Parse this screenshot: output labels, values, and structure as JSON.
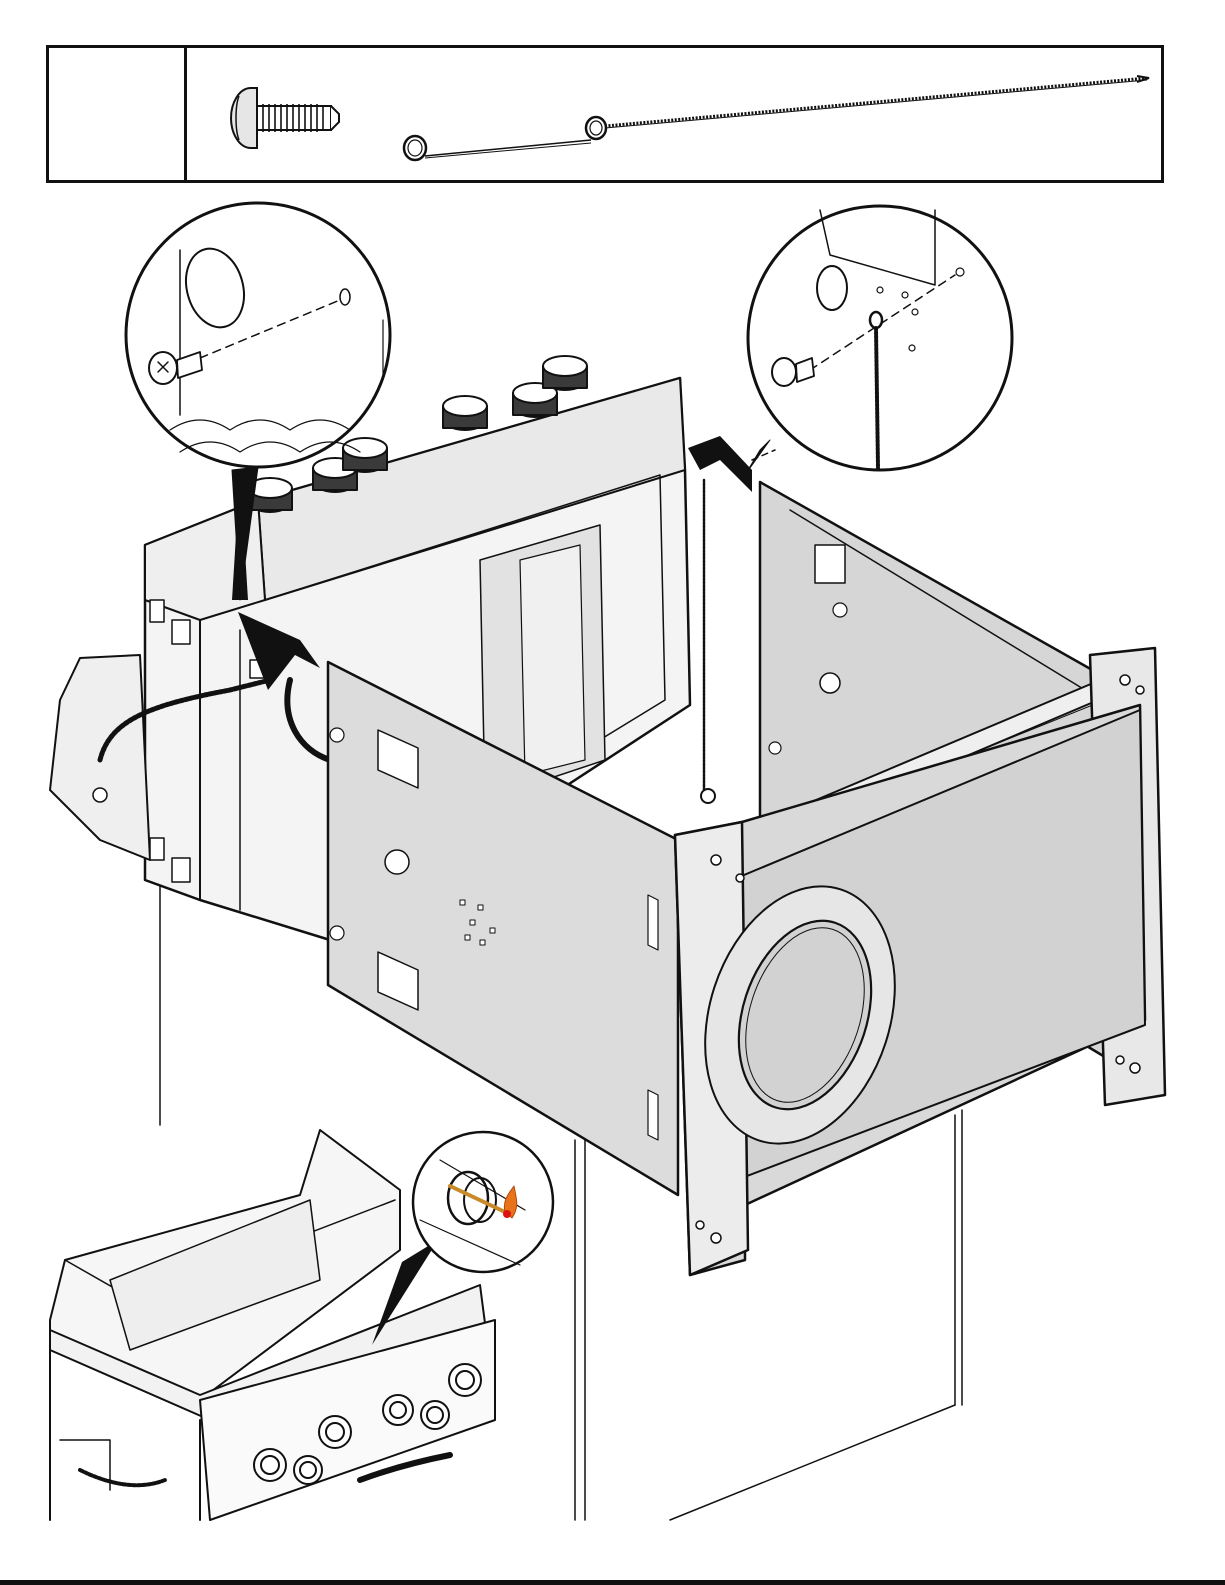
{
  "document": {
    "type": "assembly-instruction-step",
    "parts": [
      {
        "name": "screw",
        "icon": "screw-icon"
      },
      {
        "name": "match-holder-chain",
        "icon": "chain-icon"
      }
    ]
  },
  "colors": {
    "line": "#111111",
    "panel": "#d9d9d9",
    "panel_dark": "#c6c6c6",
    "frame": "#f2f2f2",
    "flame": "#e8731a"
  },
  "icons": [
    "screw-icon",
    "chain-icon",
    "arrow-icon",
    "match-icon",
    "flame-icon",
    "knob-icon"
  ]
}
